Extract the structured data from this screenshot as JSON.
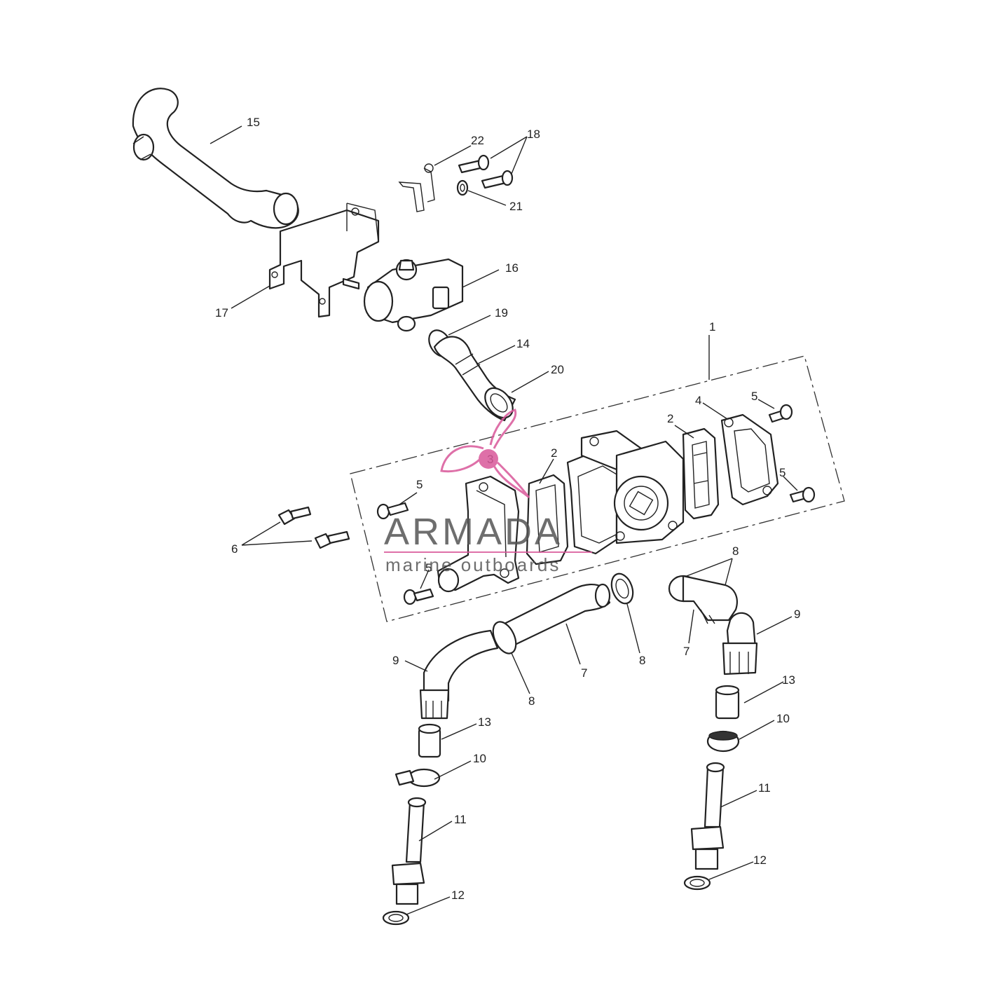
{
  "callouts": [
    {
      "id": "c1",
      "label": "1"
    },
    {
      "id": "c2a",
      "label": "2"
    },
    {
      "id": "c2b",
      "label": "2"
    },
    {
      "id": "c3",
      "label": "3"
    },
    {
      "id": "c4",
      "label": "4"
    },
    {
      "id": "c5a",
      "label": "5"
    },
    {
      "id": "c5b",
      "label": "5"
    },
    {
      "id": "c5c",
      "label": "5"
    },
    {
      "id": "c5d",
      "label": "5"
    },
    {
      "id": "c6",
      "label": "6"
    },
    {
      "id": "c7a",
      "label": "7"
    },
    {
      "id": "c7b",
      "label": "7"
    },
    {
      "id": "c8a",
      "label": "8"
    },
    {
      "id": "c8b",
      "label": "8"
    },
    {
      "id": "c8c",
      "label": "8"
    },
    {
      "id": "c9a",
      "label": "9"
    },
    {
      "id": "c9b",
      "label": "9"
    },
    {
      "id": "c10a",
      "label": "10"
    },
    {
      "id": "c10b",
      "label": "10"
    },
    {
      "id": "c11a",
      "label": "11"
    },
    {
      "id": "c11b",
      "label": "11"
    },
    {
      "id": "c12a",
      "label": "12"
    },
    {
      "id": "c12b",
      "label": "12"
    },
    {
      "id": "c13a",
      "label": "13"
    },
    {
      "id": "c13b",
      "label": "13"
    },
    {
      "id": "c14",
      "label": "14"
    },
    {
      "id": "c15",
      "label": "15"
    },
    {
      "id": "c16",
      "label": "16"
    },
    {
      "id": "c17",
      "label": "17"
    },
    {
      "id": "c18",
      "label": "18"
    },
    {
      "id": "c19",
      "label": "19"
    },
    {
      "id": "c20",
      "label": "20"
    },
    {
      "id": "c21",
      "label": "21"
    },
    {
      "id": "c22",
      "label": "22"
    }
  ],
  "watermark": {
    "brand": "ARMADA",
    "tagline": "marine outboards",
    "color_logo": "#d9589a",
    "color_text": "#555555"
  }
}
